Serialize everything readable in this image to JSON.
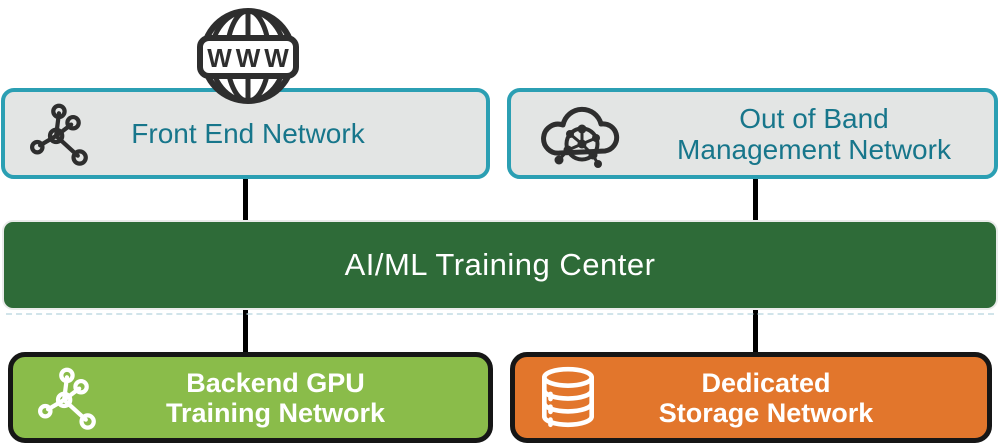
{
  "colors": {
    "teal_border": "#2b9fb3",
    "teal_text": "#17768b",
    "gray_fill": "#e3e5e4",
    "dark_green": "#2e6b38",
    "light_green": "#8abc4a",
    "orange": "#e2762c",
    "connector_black": "#000000",
    "icon_dark": "#2e2e2e",
    "white_text": "#ffffff"
  },
  "icons": {
    "globe": "globe-www-icon",
    "front_end": "network-nodes-icon",
    "oob": "cloud-network-icon",
    "backend": "network-nodes-icon",
    "storage": "database-icon"
  },
  "globe": {
    "label": "WWW"
  },
  "boxes": {
    "front_end": {
      "label": "Front End Network"
    },
    "oob": {
      "line1": "Out of Band",
      "line2": "Management Network"
    },
    "center": {
      "label": "AI/ML Training Center"
    },
    "backend": {
      "line1": "Backend GPU",
      "line2": "Training Network"
    },
    "storage": {
      "line1": "Dedicated",
      "line2": "Storage Network"
    }
  }
}
